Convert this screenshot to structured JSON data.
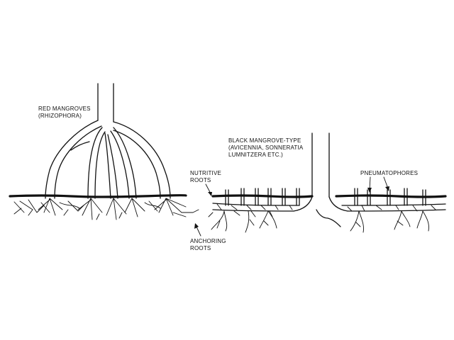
{
  "labels": {
    "red_mangroves": [
      "RED MANGROVES",
      "(RHIZOPHORA)"
    ],
    "black_mangrove": [
      "BLACK MANGROVE-TYPE",
      "(AVICENNIA, SONNERATIA",
      "LUMNITZERA ETC.)"
    ],
    "nutritive_roots": [
      "NUTRITIVE",
      "ROOTS"
    ],
    "anchoring_roots": [
      "ANCHORING",
      "ROOTS"
    ],
    "pneumatophores": [
      "PNEUMATOPHORES"
    ]
  }
}
